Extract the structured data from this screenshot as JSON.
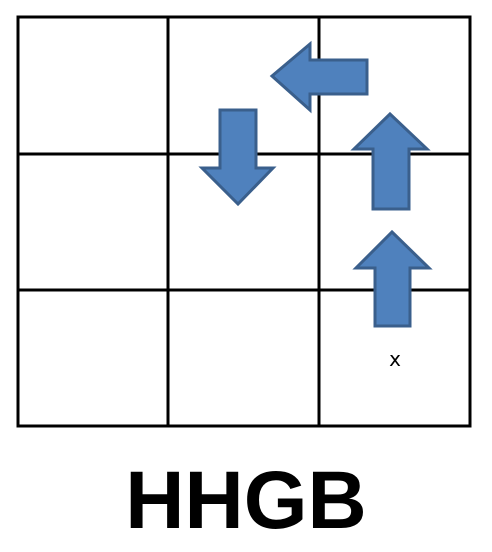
{
  "grid": {
    "rows": 3,
    "cols": 3
  },
  "arrows": [
    {
      "direction": "left",
      "cell": [
        0,
        1
      ]
    },
    {
      "direction": "down",
      "cell": [
        0,
        1
      ]
    },
    {
      "direction": "up",
      "cell": [
        1,
        2
      ]
    },
    {
      "direction": "up",
      "cell": [
        2,
        2
      ]
    }
  ],
  "cell_marker": {
    "text": "x",
    "cell": [
      2,
      2
    ]
  },
  "caption": "HHGB",
  "colors": {
    "arrow_fill": "#4F81BD",
    "arrow_stroke": "#3A5F8C",
    "grid_line": "#000000",
    "background": "#FFFFFF"
  }
}
